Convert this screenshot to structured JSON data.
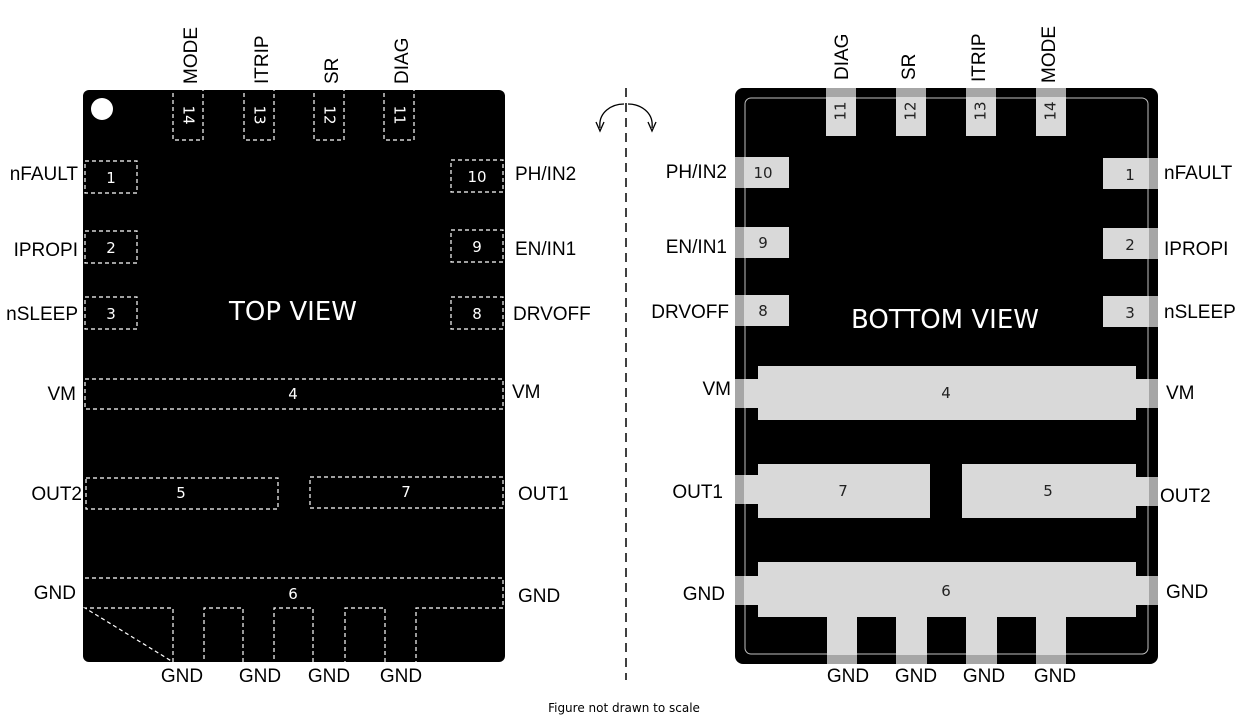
{
  "top_view": {
    "title": "TOP VIEW",
    "top_pins": [
      {
        "label": "MODE",
        "number": "14"
      },
      {
        "label": "ITRIP",
        "number": "13"
      },
      {
        "label": "SR",
        "number": "12"
      },
      {
        "label": "DIAG",
        "number": "11"
      }
    ],
    "left_pins": [
      {
        "label": "nFAULT",
        "number": "1"
      },
      {
        "label": "IPROPI",
        "number": "2"
      },
      {
        "label": "nSLEEP",
        "number": "3"
      }
    ],
    "right_pins": [
      {
        "label": "PH/IN2",
        "number": "10"
      },
      {
        "label": "EN/IN1",
        "number": "9"
      },
      {
        "label": "DRVOFF",
        "number": "8"
      }
    ],
    "vm_pad": {
      "number": "4",
      "left_label": "VM",
      "right_label": "VM"
    },
    "out_pads": [
      {
        "number": "5",
        "label": "OUT2"
      },
      {
        "number": "7",
        "label": "OUT1"
      }
    ],
    "gnd_pad": {
      "number": "6",
      "left_label": "GND",
      "right_label": "GND"
    },
    "bottom_gnd_labels": [
      "GND",
      "GND",
      "GND",
      "GND"
    ]
  },
  "bottom_view": {
    "title": "BOTTOM VIEW",
    "top_pins": [
      {
        "label": "DIAG",
        "number": "11"
      },
      {
        "label": "SR",
        "number": "12"
      },
      {
        "label": "ITRIP",
        "number": "13"
      },
      {
        "label": "MODE",
        "number": "14"
      }
    ],
    "left_pins": [
      {
        "label": "PH/IN2",
        "number": "10"
      },
      {
        "label": "EN/IN1",
        "number": "9"
      },
      {
        "label": "DRVOFF",
        "number": "8"
      }
    ],
    "right_pins": [
      {
        "label": "nFAULT",
        "number": "1"
      },
      {
        "label": "IPROPI",
        "number": "2"
      },
      {
        "label": "nSLEEP",
        "number": "3"
      }
    ],
    "vm_pad": {
      "number": "4",
      "left_label": "VM",
      "right_label": "VM"
    },
    "out_pads": [
      {
        "number": "7",
        "label": "OUT1"
      },
      {
        "number": "5",
        "label": "OUT2"
      }
    ],
    "gnd_pad": {
      "number": "6",
      "left_label": "GND",
      "right_label": "GND"
    },
    "bottom_gnd_labels": [
      "GND",
      "GND",
      "GND",
      "GND"
    ]
  },
  "caption": "Figure not drawn to scale",
  "colors": {
    "package": "#000000",
    "pad": "#d9d9d9",
    "pin_edge": "#a6a6a6",
    "outline": "#ffffff"
  }
}
